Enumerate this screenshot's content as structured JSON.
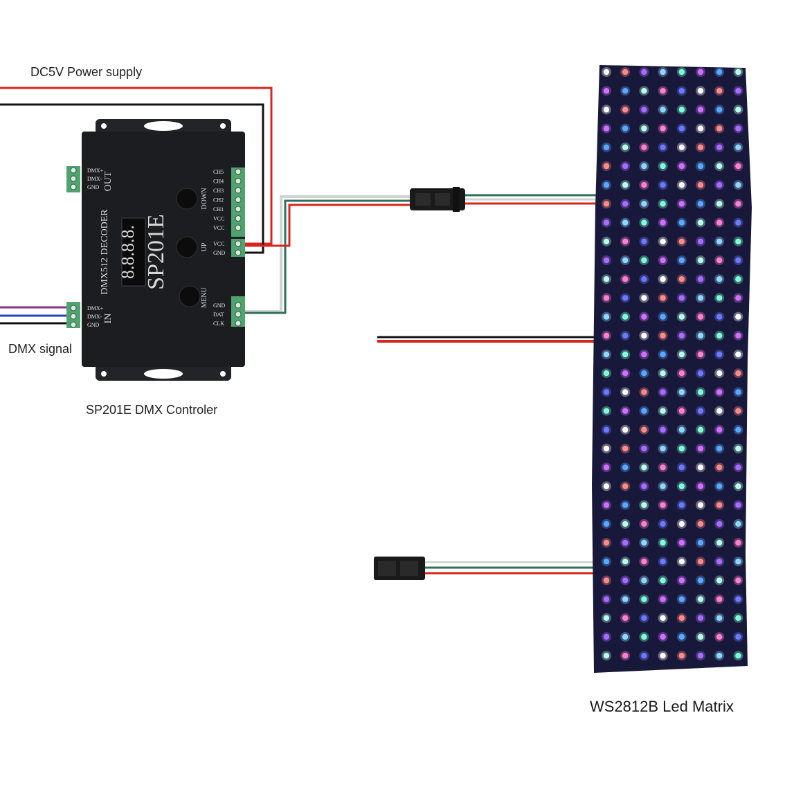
{
  "labels": {
    "power_supply": "DC5V Power supply",
    "dmx_signal": "DMX signal",
    "controller": "SP201E DMX Controler",
    "matrix": "WS2812B Led Matrix"
  },
  "device": {
    "model": "SP201E",
    "decoder": "DMX512  DECODER",
    "display": "8.8.8.8.",
    "buttons": [
      "DOWN",
      "UP",
      "MENU"
    ],
    "out_label": "OUT",
    "in_label": "IN",
    "out_pins": [
      "DMX+",
      "DMX-",
      "GND"
    ],
    "in_pins": [
      "DMX+",
      "DMX-",
      "GND"
    ],
    "ch_pins": [
      "CH5",
      "CH4",
      "CH3",
      "CH2",
      "CH1",
      "VCC",
      "VCC"
    ],
    "power_pins": [
      "VCC",
      "GND"
    ],
    "data_pins": [
      "GND",
      "DAT",
      "CLK"
    ]
  },
  "colors": {
    "wire_red": "#d8241f",
    "wire_black": "#111111",
    "wire_green": "#2f6f5a",
    "wire_white": "#cfd6d2",
    "wire_blue": "#2a3fb8",
    "wire_purple": "#8a2e8e",
    "device_body": "#1b1d21",
    "terminal_green": "#4fa36f",
    "matrix_bg": "#18183a"
  },
  "matrix": {
    "columns": 8,
    "rows": 32,
    "led_palette": [
      "#ffffff",
      "#8fd7ff",
      "#5aa8ff",
      "#6a7bff",
      "#a86cff",
      "#d070ff",
      "#ff7fd0",
      "#ff8a8a",
      "#7fffd8",
      "#b8ffea"
    ]
  }
}
